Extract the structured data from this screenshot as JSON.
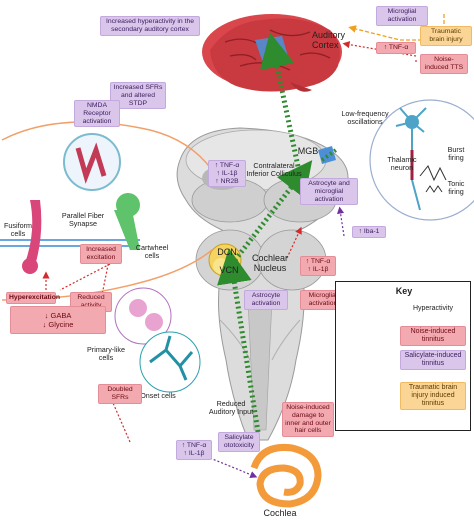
{
  "labels": {
    "auditory_cortex": "Auditory\nCortex",
    "secondary_cortex_note": "Increased hyperactivity in the secondary auditory cortex",
    "microglial_activation_top": "Microglial activation",
    "traumatic_brain_injury": "Traumatic brain injury",
    "tnf_alpha_top": "↑ TNF-α",
    "noise_induced_tts": "Noise-induced TTS",
    "low_frequency_oscillations": "Low-frequency oscillations",
    "mgb": "MGB",
    "thalamic_neuron": "Thalamic neuron",
    "burst_firing": "Burst firing",
    "tonic_firing": "Tonic firing",
    "increased_sfrs_stdp": "Increased SFRs and altered STDP",
    "nmda_receptor": "NMDA Receptor activation",
    "parallel_fiber_synapse": "Parallel Fiber Synapse",
    "increased_excitation": "Increased excitation",
    "fusiform_cells": "Fusiform cells",
    "cartwheel_cells": "Cartwheel cells",
    "ic_markers": "↑ TNF-α\n↑ IL-1β\n↑ NR2B",
    "contralateral_ic": "Contralateral Inferior Colliculus",
    "astrocyte_microglial": "Astrocyte and microglial activation",
    "iba1": "↑ Iba-1",
    "dcn": "DCN",
    "vcn": "VCN",
    "cochlear_nucleus": "Cochlear Nucleus",
    "cn_markers": "↑ TNF-α\n↑ IL-1β",
    "astrocyte_activation": "Astrocyte activation",
    "microglial_activation_cn": "Microglial activation",
    "hyperexcitation": "Hyperexcitation",
    "reduced_activity": "Reduced activity",
    "gaba_glycine": "↓ GABA\n↓ Glycine",
    "primary_like_cells": "Primary-like cells",
    "onset_cells": "Onset cells",
    "doubled_sfrs": "Doubled SFRs",
    "reduced_auditory_input": "Reduced Auditory Input",
    "noise_induced_damage": "Noise-induced damage to inner and outer hair cells",
    "salicylate_ototoxicity": "Salicylate ototoxicity",
    "cochlea_markers": "↑ TNF-α\n↑ IL-1β",
    "cochlea": "Cochlea"
  },
  "key": {
    "title": "Key",
    "items": [
      {
        "label": "Hyperactivity",
        "style": "green"
      },
      {
        "label": "Noise-induced tinnitus",
        "style": "red"
      },
      {
        "label": "Salicylate-induced tinnitus",
        "style": "purple"
      },
      {
        "label": "Traumatic brain injury induced tinnitus",
        "style": "orange"
      }
    ]
  },
  "colors": {
    "hyperactivity": "#2e8b2e",
    "noise": "#d62a2a",
    "salicylate": "#7030a0",
    "tbi": "#f0a020",
    "pink_box": "#f3a9b0",
    "purple_box": "#d9c6ea",
    "orange_box": "#fbd596",
    "brain": "#d9464b",
    "cochlea": "#f39a3a",
    "brainstem": "#d8d8d8"
  }
}
